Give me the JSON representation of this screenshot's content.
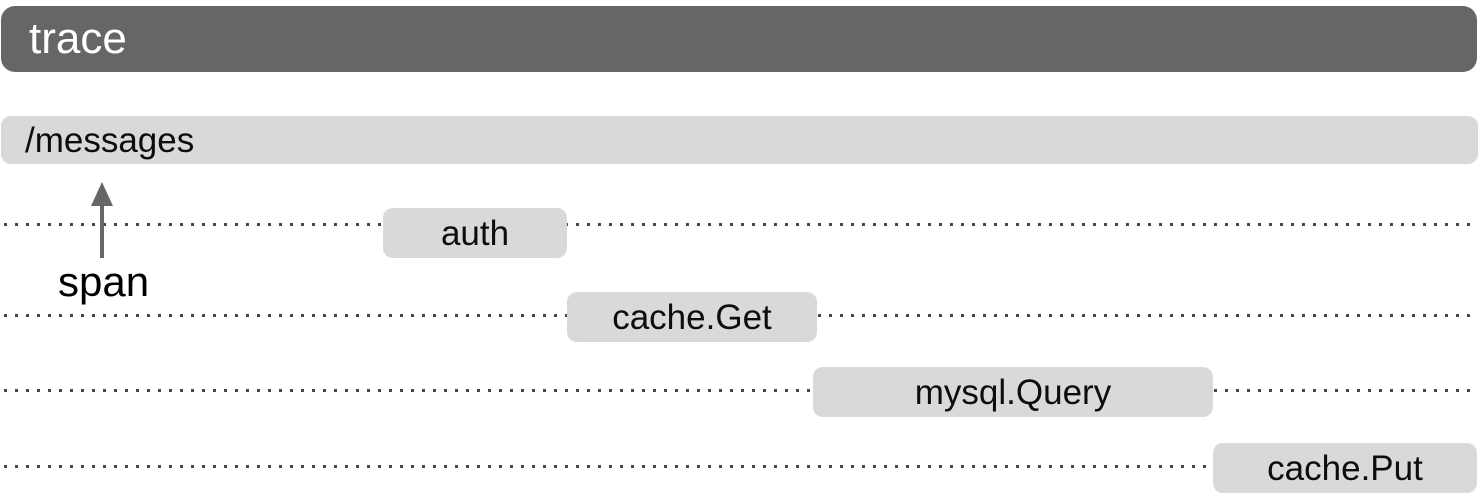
{
  "diagram": {
    "trace_bar": {
      "label": "trace"
    },
    "root_span": {
      "label": "/messages"
    },
    "span_annotation": {
      "label": "span",
      "icon": "arrow-up-icon"
    },
    "child_spans": [
      {
        "label": "auth"
      },
      {
        "label": "cache.Get"
      },
      {
        "label": "mysql.Query"
      },
      {
        "label": "cache.Put"
      }
    ],
    "colors": {
      "trace_bar_bg": "#666666",
      "trace_bar_text": "#ffffff",
      "span_box_bg": "#d9d9d9",
      "span_box_text": "#0d0d0d",
      "dotted_line": "#474747",
      "arrow": "#666666",
      "background": "#ffffff"
    }
  }
}
